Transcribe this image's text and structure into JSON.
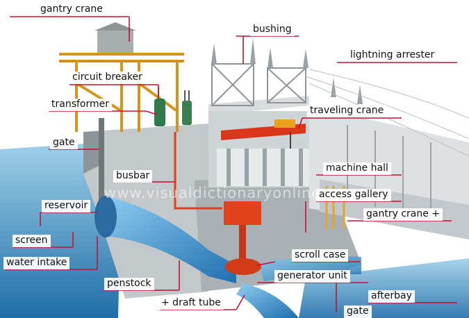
{
  "watermark": "www.visualdictionaryonline.com",
  "labels": {
    "gantry_crane_top": "gantry crane",
    "bushing": "bushing",
    "lightning_arrester": "lightning arrester",
    "circuit_breaker": "circuit breaker",
    "transformer": "transformer",
    "traveling_crane": "traveling crane",
    "gate_left": "gate",
    "machine_hall": "machine hall",
    "busbar": "busbar",
    "access_gallery": "access gallery",
    "reservoir": "reservoir",
    "gantry_crane_right": "gantry crane +",
    "screen": "screen",
    "scroll_case": "scroll case",
    "water_intake": "water intake",
    "generator_unit": "generator unit",
    "penstock": "penstock",
    "afterbay": "afterbay",
    "draft_tube": "+ draft tube",
    "gate_bottom": "gate"
  },
  "colors": {
    "label_line": "#c8102e",
    "water": "#2f7fb8",
    "concrete": "#b9bfc2",
    "gantry": "#e3a62c",
    "penstock": "#3f95d0",
    "machinery": "#e0421c"
  }
}
